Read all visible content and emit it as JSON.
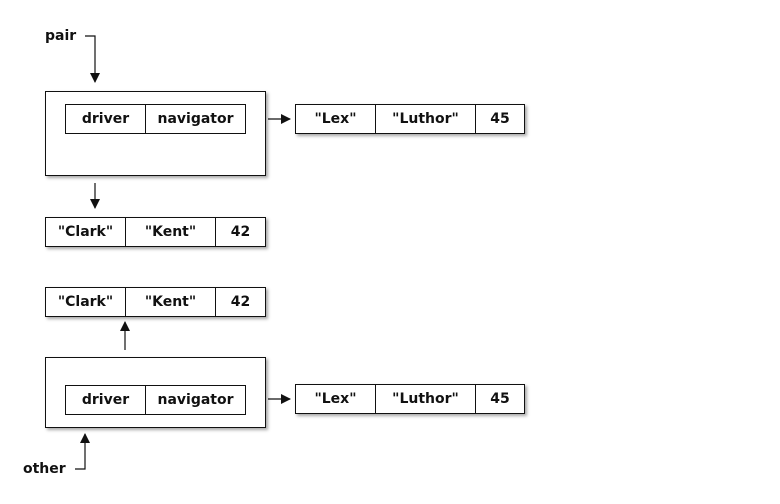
{
  "variables": {
    "top": "pair",
    "bottom": "other"
  },
  "pair_struct": {
    "field_a": "driver",
    "field_b": "navigator"
  },
  "other_struct": {
    "field_a": "driver",
    "field_b": "navigator"
  },
  "pair_driver": {
    "first": "\"Clark\"",
    "last": "\"Kent\"",
    "age": "42"
  },
  "pair_navigator": {
    "first": "\"Lex\"",
    "last": "\"Luthor\"",
    "age": "45"
  },
  "other_driver": {
    "first": "\"Clark\"",
    "last": "\"Kent\"",
    "age": "42"
  },
  "other_navigator": {
    "first": "\"Lex\"",
    "last": "\"Luthor\"",
    "age": "45"
  }
}
